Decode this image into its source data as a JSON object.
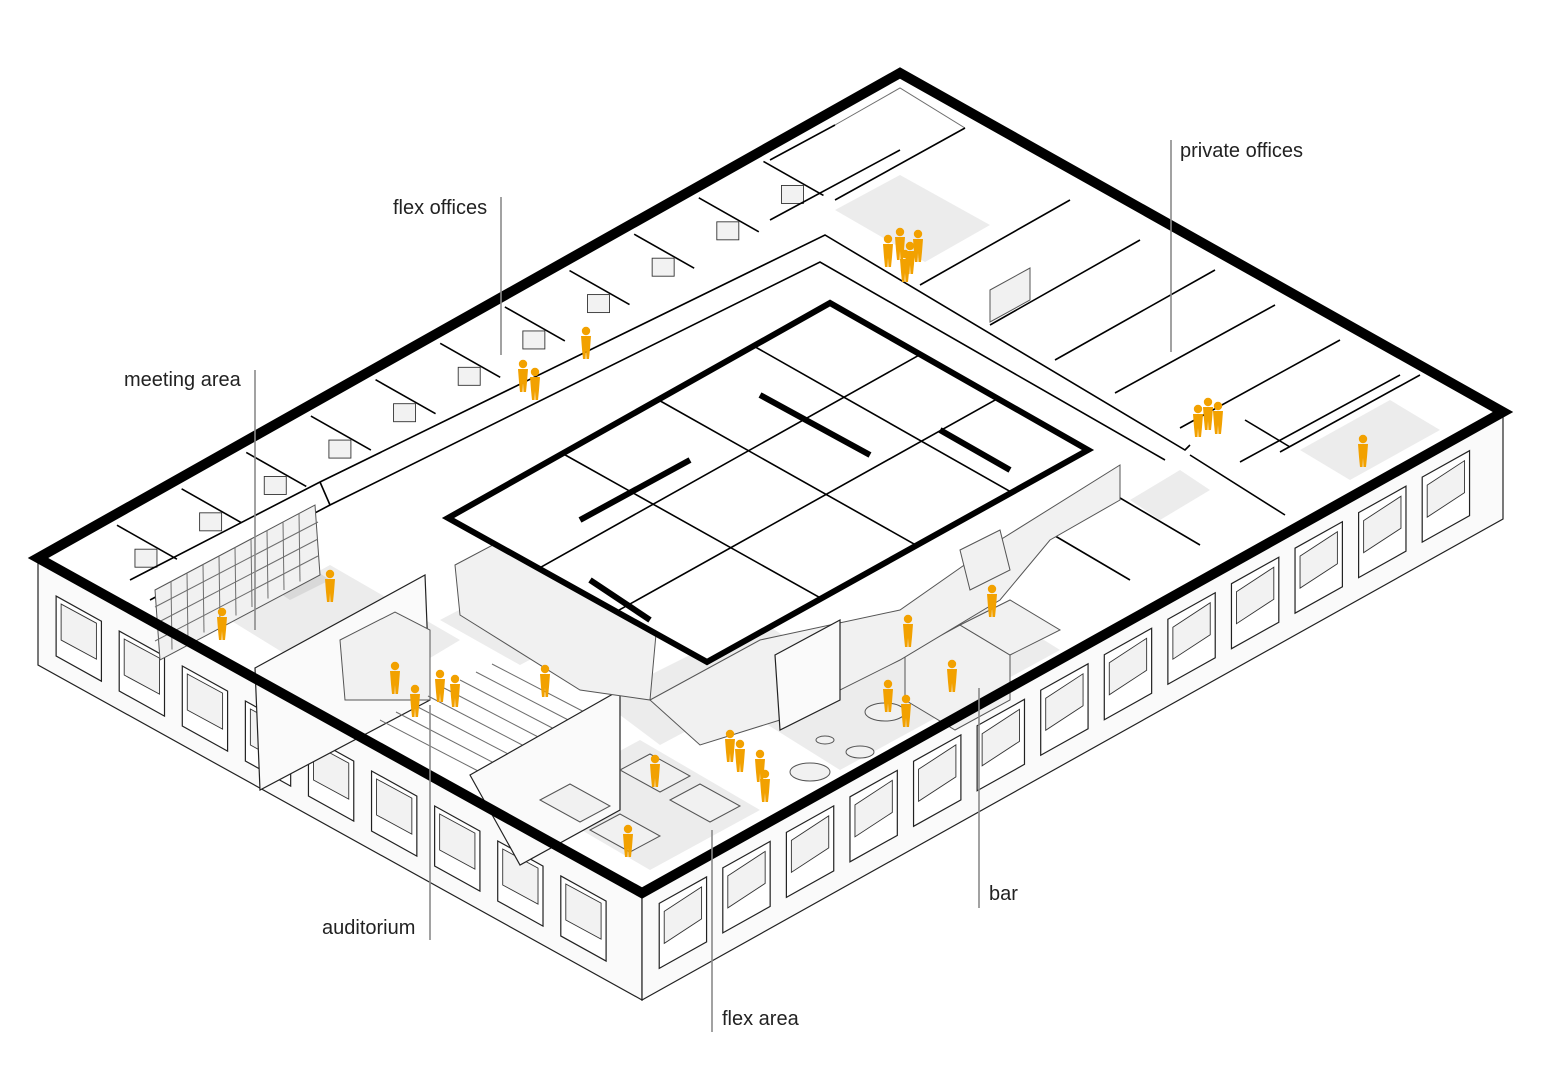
{
  "labels": {
    "private_offices": "private offices",
    "flex_offices": "flex offices",
    "meeting_area": "meeting area",
    "auditorium": "auditorium",
    "bar": "bar",
    "flex_area": "flex area"
  },
  "colors": {
    "people": "#f2a100",
    "walls": "#000000",
    "floor": "#ececec",
    "floor_dark": "#d9d9d9",
    "leader": "#8a8a8a"
  }
}
